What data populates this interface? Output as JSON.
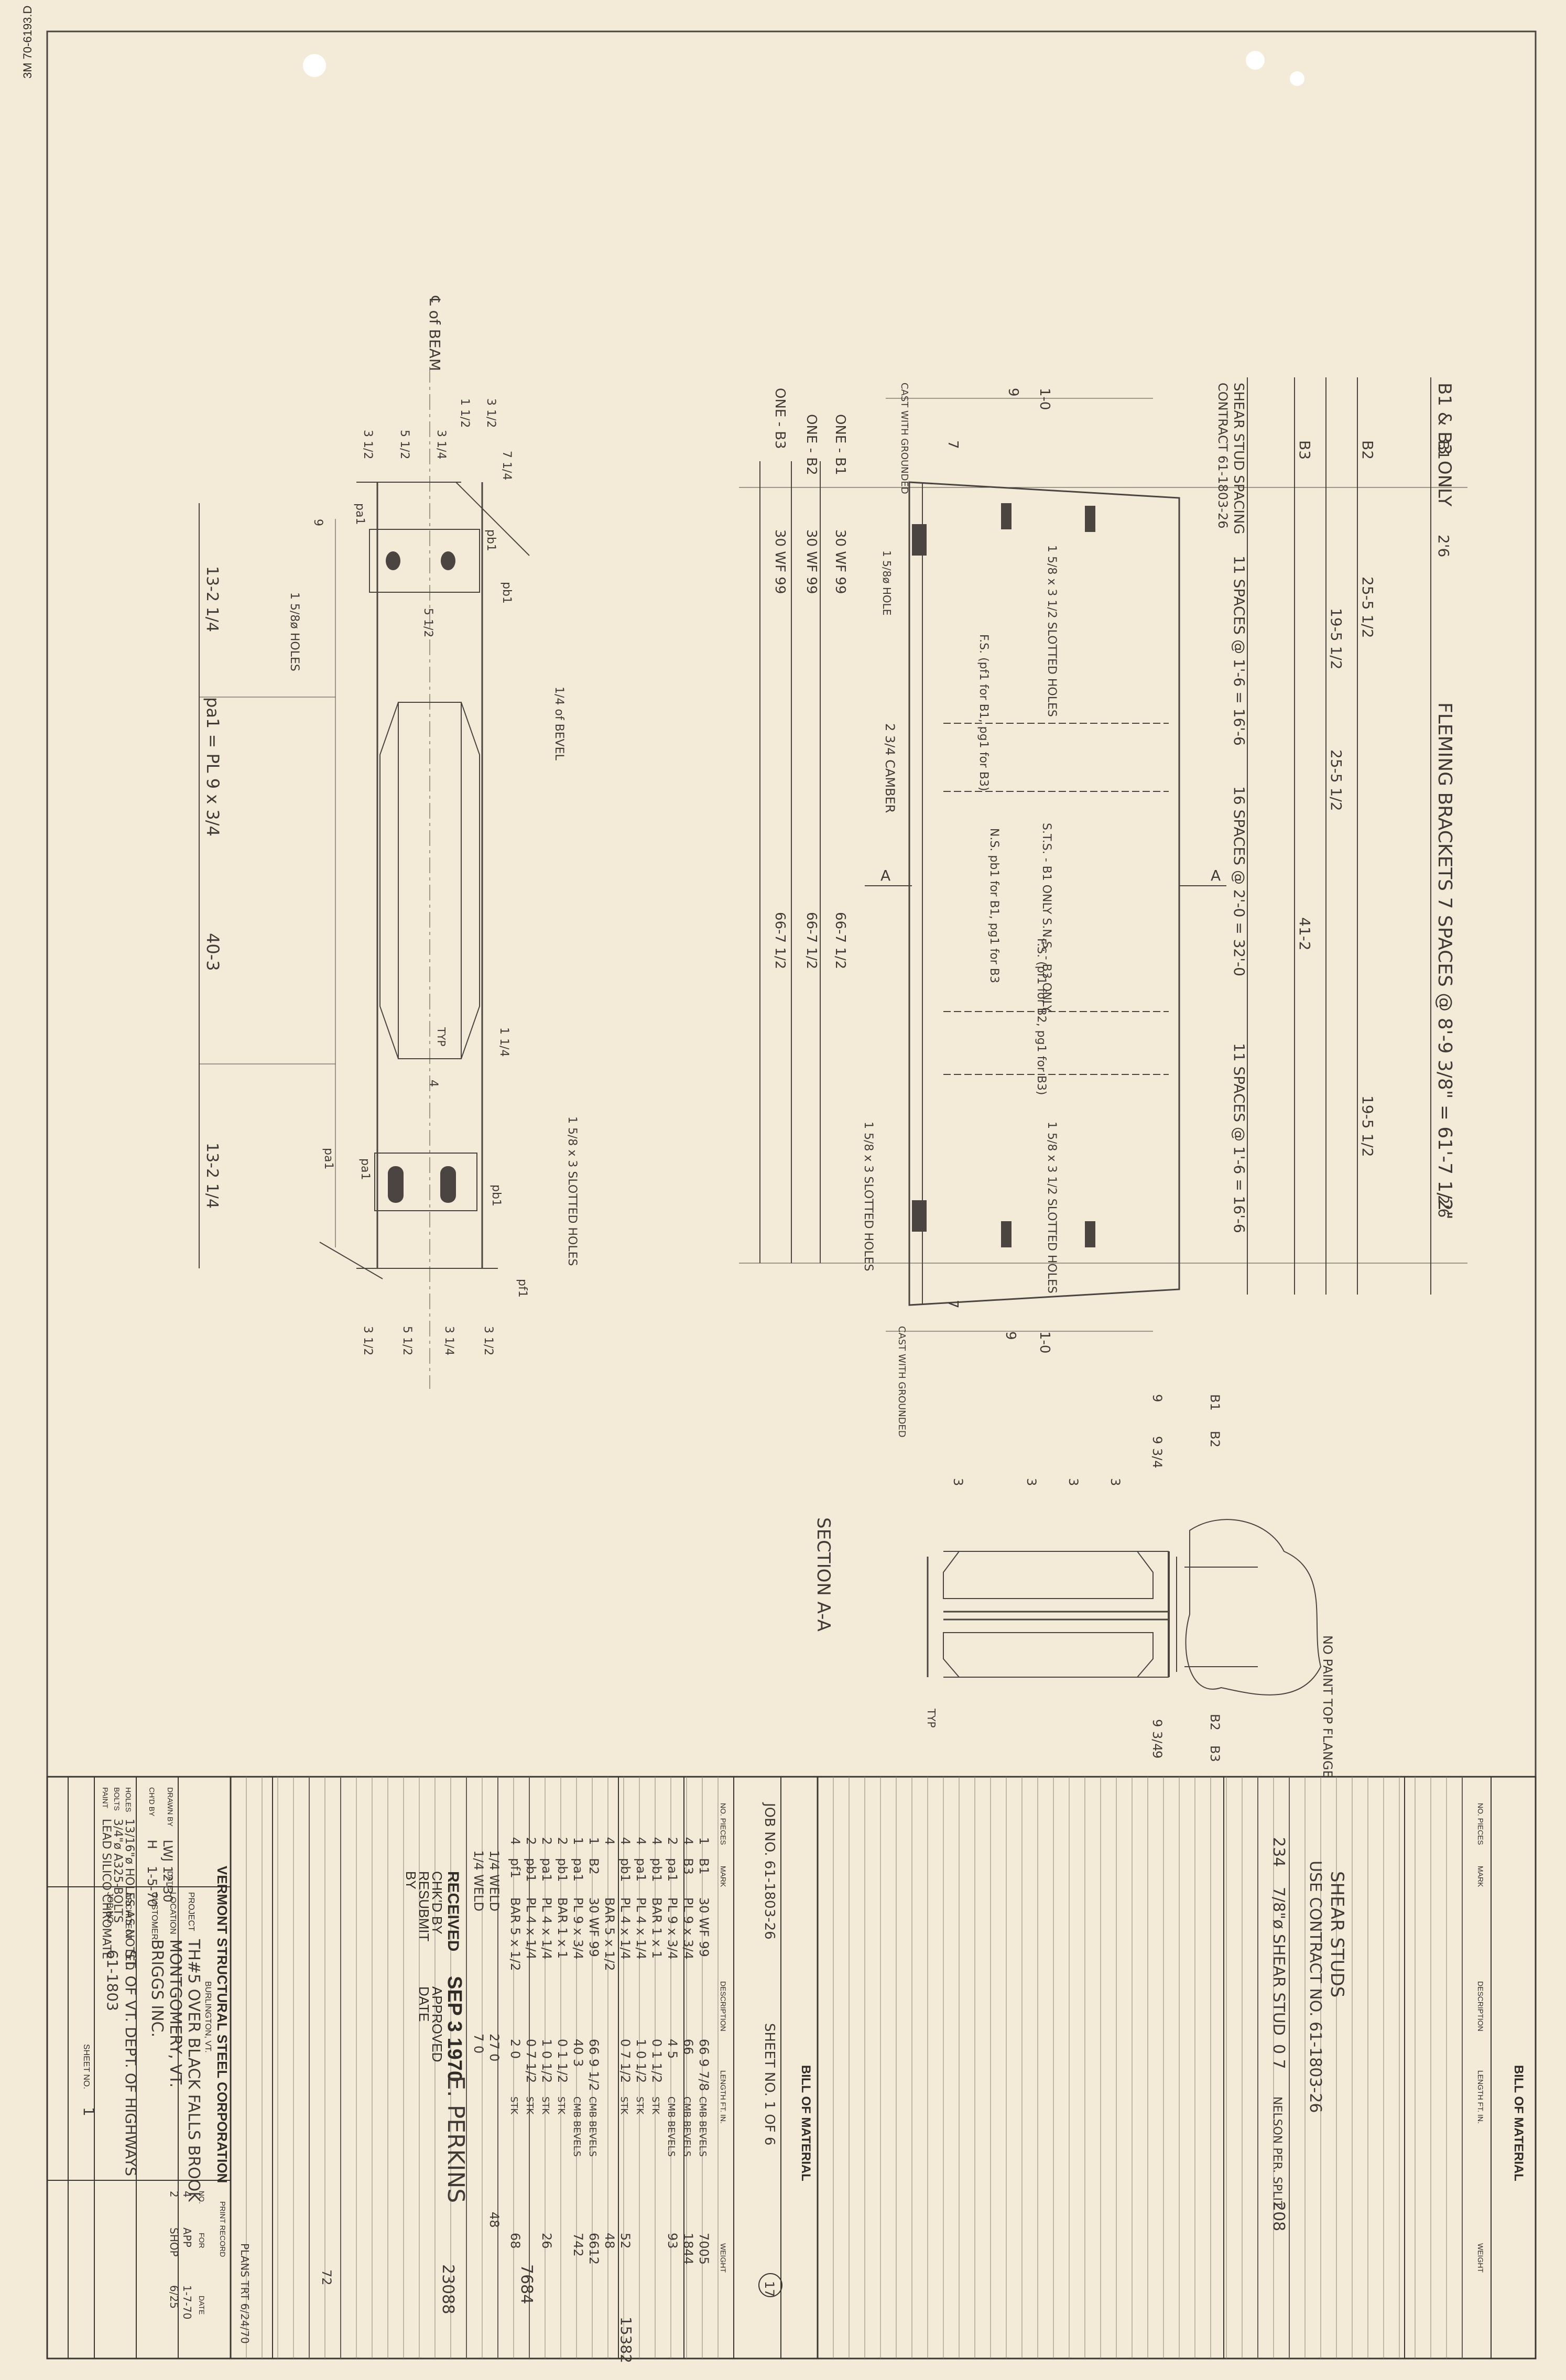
{
  "top_left_stamp": "3M 70-6193.D",
  "bom_right": {
    "heading": "BILL OF MATERIAL",
    "headers": [
      "NO. PIECES",
      "MARK",
      "DESCRIPTION",
      "LENGTH FT. IN.",
      "WEIGHT"
    ],
    "note_line1": "SHEAR STUDS",
    "note_line2": "USE CONTRACT NO. 61-1803-26",
    "row": {
      "qty": "234",
      "desc": "7/8\"ø SHEAR STUD",
      "length": "0 7",
      "length_note": "NELSON PER. SPLIT",
      "weight": "208"
    }
  },
  "bom_left": {
    "heading": "BILL OF MATERIAL",
    "job_no": "JOB NO. 61-1803-26",
    "sheet_no": "SHEET NO. 1 OF 6",
    "circled": "17",
    "headers": [
      "NO. PIECES",
      "MARK",
      "DESCRIPTION",
      "LENGTH FT. IN.",
      "WEIGHT"
    ],
    "rows": [
      {
        "qty": "1",
        "mark": "B1",
        "desc": "30 WF 99",
        "len": "66 9 7/8",
        "note": "CMB BEVELS",
        "wt": "7005"
      },
      {
        "qty": "4",
        "mark": "B3",
        "desc": "PL 9 x 3/4",
        "len": "66",
        "note": "CMB BEVELS",
        "wt": "1844"
      },
      {
        "qty": "2",
        "mark": "pa1",
        "desc": "PL 9 x 3/4",
        "len": "4 5",
        "note": "CMB BEVELS",
        "wt": "93"
      },
      {
        "qty": "4",
        "mark": "pb1",
        "desc": "BAR 1 x 1",
        "len": "0 1 1/2",
        "note": "STK",
        "wt": ""
      },
      {
        "qty": "4",
        "mark": "pa1",
        "desc": "PL 4 x 1/4",
        "len": "1 0 1/2",
        "note": "STK",
        "wt": ""
      },
      {
        "qty": "4",
        "mark": "pb1",
        "desc": "PL 4 x 1/4",
        "len": "0 7 1/2",
        "note": "STK",
        "wt": "52"
      },
      {
        "qty": "4",
        "mark": "",
        "desc": "BAR 5 x 1/2",
        "len": "",
        "note": "",
        "wt": "48"
      },
      {
        "qty": "1",
        "mark": "B2",
        "desc": "30 WF 99",
        "len": "66 9 1/2",
        "note": "CMB BEVELS",
        "wt": "6612"
      },
      {
        "qty": "1",
        "mark": "pa1",
        "desc": "PL 9 x 3/4",
        "len": "40 3",
        "note": "CMB BEVELS",
        "wt": "742"
      },
      {
        "qty": "2",
        "mark": "pb1",
        "desc": "BAR 1 x 1",
        "len": "0 1 1/2",
        "note": "STK",
        "wt": ""
      },
      {
        "qty": "2",
        "mark": "pa1",
        "desc": "PL 4 x 1/4",
        "len": "1 0 1/2",
        "note": "STK",
        "wt": "26"
      },
      {
        "qty": "2",
        "mark": "pb1",
        "desc": "PL 4 x 1/4",
        "len": "0 7 1/2",
        "note": "STK",
        "wt": ""
      },
      {
        "qty": "4",
        "mark": "pf1",
        "desc": "BAR 5 x 1/2",
        "len": "2 0",
        "note": "STK",
        "wt": "68"
      }
    ],
    "subtotal1": "15382",
    "weld_lines": [
      "1/4 WELD",
      "1/4 WELD"
    ],
    "weld_len": [
      "27 0",
      "7 0"
    ],
    "weld_wt": [
      "48",
      "72"
    ],
    "stamp": {
      "received": "RECEIVED",
      "date": "SEP 3 1970",
      "name": "E. PERKINS",
      "checked": "CHK'D BY",
      "approved": "APPROVED",
      "resubmit": "RESUBMIT",
      "date_label": "DATE",
      "by": "BY"
    },
    "total1": "7684",
    "total2": "23088"
  },
  "title_block": {
    "company": "VERMONT STRUCTURAL STEEL CORPORATION",
    "city": "BURLINGTON, VT.",
    "drawn_by_label": "DRAWN BY",
    "drawn_by": "LWJ",
    "drawn_date": "12-30",
    "chkd_by_label": "CH'D BY",
    "chkd_by": "H",
    "chkd_date": "1-5-70",
    "date_label": "DATE",
    "project_label": "PROJECT",
    "project": "TH#5 OVER BLACK FALLS BROOK",
    "location_label": "LOCATION",
    "location": "MONTGOMERY, VT.",
    "customer_label": "CUSTOMER",
    "customer": "BRIGGS INC.",
    "holes_label": "HOLES",
    "holes": "13/16\"ø HOLES AS NOTED",
    "bolts_label": "BOLTS",
    "bolts": "3/4\"ø A325-BOLTS",
    "paint_label": "PAINT",
    "paint": "LEAD SILICO CHROMATE",
    "architect_label": "ARCHITECT",
    "architect": "ST. OF VT. DEPT. OF HIGHWAYS",
    "job_label": "JOB NO.",
    "job": "61-1803",
    "sheet_label": "SHEET NO.",
    "sheet": "1",
    "print_record_label": "PRINT RECORD",
    "print_headers": [
      "NO.",
      "FOR",
      "DATE"
    ],
    "print_rows": [
      [
        "4",
        "APP",
        "1-7-70"
      ],
      [
        "2",
        "SHOP",
        "6/25"
      ]
    ],
    "print_note": "PLANS TRT 6/24/70"
  },
  "elevation": {
    "top_note": "B1 & B3 ONLY",
    "fleming": "FLEMING BRACKETS 7 SPACES @ 8'-9 3/8\" = 61'-7 1/2\"",
    "dim_26": "2'6",
    "dim_25_5": "25-5 1/2",
    "dim_25_5b": "25-5 1/2",
    "dim_19_5": "19-5 1/2",
    "dim_19_5b": "19-5 1/2",
    "dim_41_2": "41-2",
    "marks": [
      "B1",
      "B2",
      "B3"
    ],
    "stud_spacing": "SHEAR STUD SPACING",
    "contract": "CONTRACT 61-1803-26",
    "s1": "11 SPACES @ 1'-6 = 16'-6",
    "s2": "16 SPACES @ 2'-0 = 32'-0",
    "s3": "11 SPACES @ 1'-6 = 16'-6",
    "one": [
      "ONE - B1",
      "ONE - B2",
      "ONE - B3"
    ],
    "wf": [
      "30 WF 99",
      "30 WF 99",
      "30 WF 99"
    ],
    "lengths": [
      "66-7 1/2",
      "66-7 1/2",
      "66-7 1/2"
    ],
    "slotted": "1 5/8 x 3 1/2 SLOTTED HOLES",
    "slotted2": "1 5/8 x 3 SLOTTED HOLES",
    "fs1": "F.S. (pf1 for B1, pg1 for B3)",
    "fs2": "F.S. (pf1 for B2, pg1 for B3)",
    "ns": "N.S. pb1 for B1, pg1 for B3",
    "studs_note": "S.T.S. - B1 ONLY  S.N.S. - B3 ONLY",
    "camber": "2 3/4 CAMBER",
    "cast": "CAST WITH GROUNDED",
    "hole_note": "1 5/8ø HOLE",
    "section_cut": "A",
    "dims": [
      "9",
      "1-0",
      "7",
      "9",
      "1-0",
      "7"
    ]
  },
  "detail": {
    "cl_beam": "℄ of BEAM",
    "pl": "pa1 = PL 9 x 3/4",
    "pl_len": "40-3",
    "end_dim": "13-2 1/4",
    "end_dim2": "13-2 1/4",
    "slot": "1 5/8 x 3 SLOTTED HOLES",
    "holes": "1 5/8ø HOLES",
    "typ": "TYP",
    "bevel": "1/4 of BEVEL",
    "labels": [
      "pa1",
      "pb1",
      "pb1",
      "pa1",
      "pb1",
      "pf1",
      "pa1"
    ],
    "dims": [
      "3 1/2",
      "5 1/2",
      "3 1/4",
      "1 1/2",
      "3 1/2",
      "7 1/4",
      "9",
      "5 1/2",
      "3 1/2",
      "5 1/2",
      "3 1/4",
      "3 1/2",
      "1 1/4",
      "4"
    ]
  },
  "section": {
    "title": "SECTION A-A",
    "no_paint": "NO PAINT TOP FLANGE",
    "b_marks": [
      "B1",
      "B2",
      "B2",
      "B3"
    ],
    "dims": [
      "9",
      "9 3/4",
      "3",
      "3",
      "3",
      "3",
      "9 3/4",
      "9"
    ],
    "typ": "TYP"
  }
}
